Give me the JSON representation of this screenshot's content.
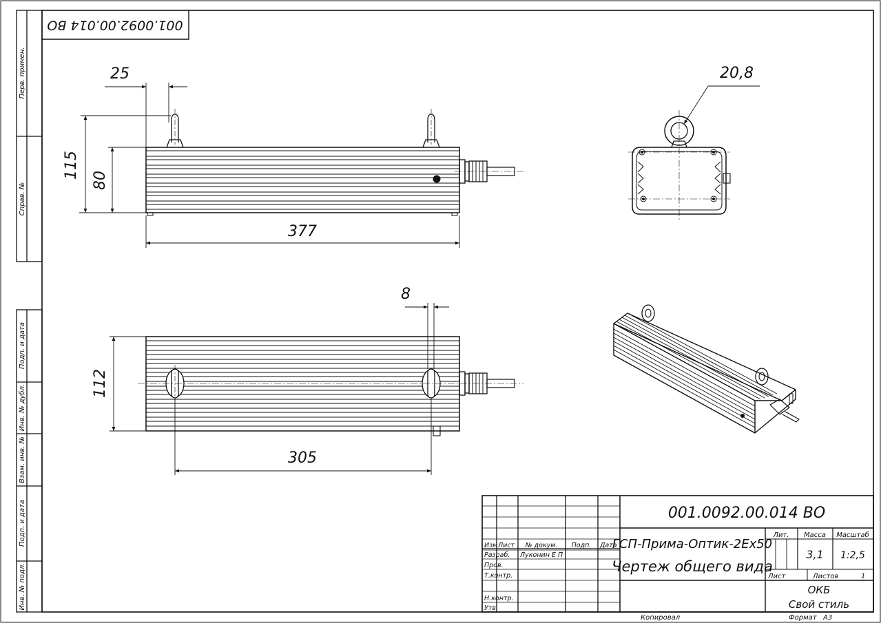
{
  "sheet": {
    "stamp_code_rotated": "001.0092.00.014 ВО",
    "footer_copied": "Копировал",
    "footer_format": "Формат   А3"
  },
  "side_stamps": [
    "Перв. примен.",
    "Справ. №",
    "Подп. и дата",
    "Инв. № дубл.",
    "Взам. инв. №",
    "Подп. и дата",
    "Инв. № подл."
  ],
  "dimensions": {
    "d25": "25",
    "d115": "115",
    "d80": "80",
    "d377": "377",
    "d8": "8",
    "d112": "112",
    "d305": "305",
    "d20_8": "20,8"
  },
  "title_block": {
    "doc_code": "001.0092.00.014 ВО",
    "product_name": "ГСП-Прима-Оптик-2Ех50",
    "drawing_type": "Чертеж общего вида",
    "col_izm": "Изм",
    "col_list": "Лист",
    "col_doc": "№ докум.",
    "col_sign": "Подп.",
    "col_date": "Дата",
    "row_razrab": "Разраб.",
    "razrab_name": "Луконин Е П",
    "row_prov": "Пров.",
    "row_tkontr": "Т.контр.",
    "row_nkontr": "Н.контр.",
    "row_utv": "Утв.",
    "lit_label": "Лит.",
    "mass_label": "Масса",
    "scale_label": "Масштаб",
    "mass_value": "3,1",
    "scale_value": "1:2,5",
    "sheet_label": "Лист",
    "sheets_label": "Листов",
    "sheets_value": "1",
    "org_line1": "ОКБ",
    "org_line2": "Свой стиль"
  }
}
